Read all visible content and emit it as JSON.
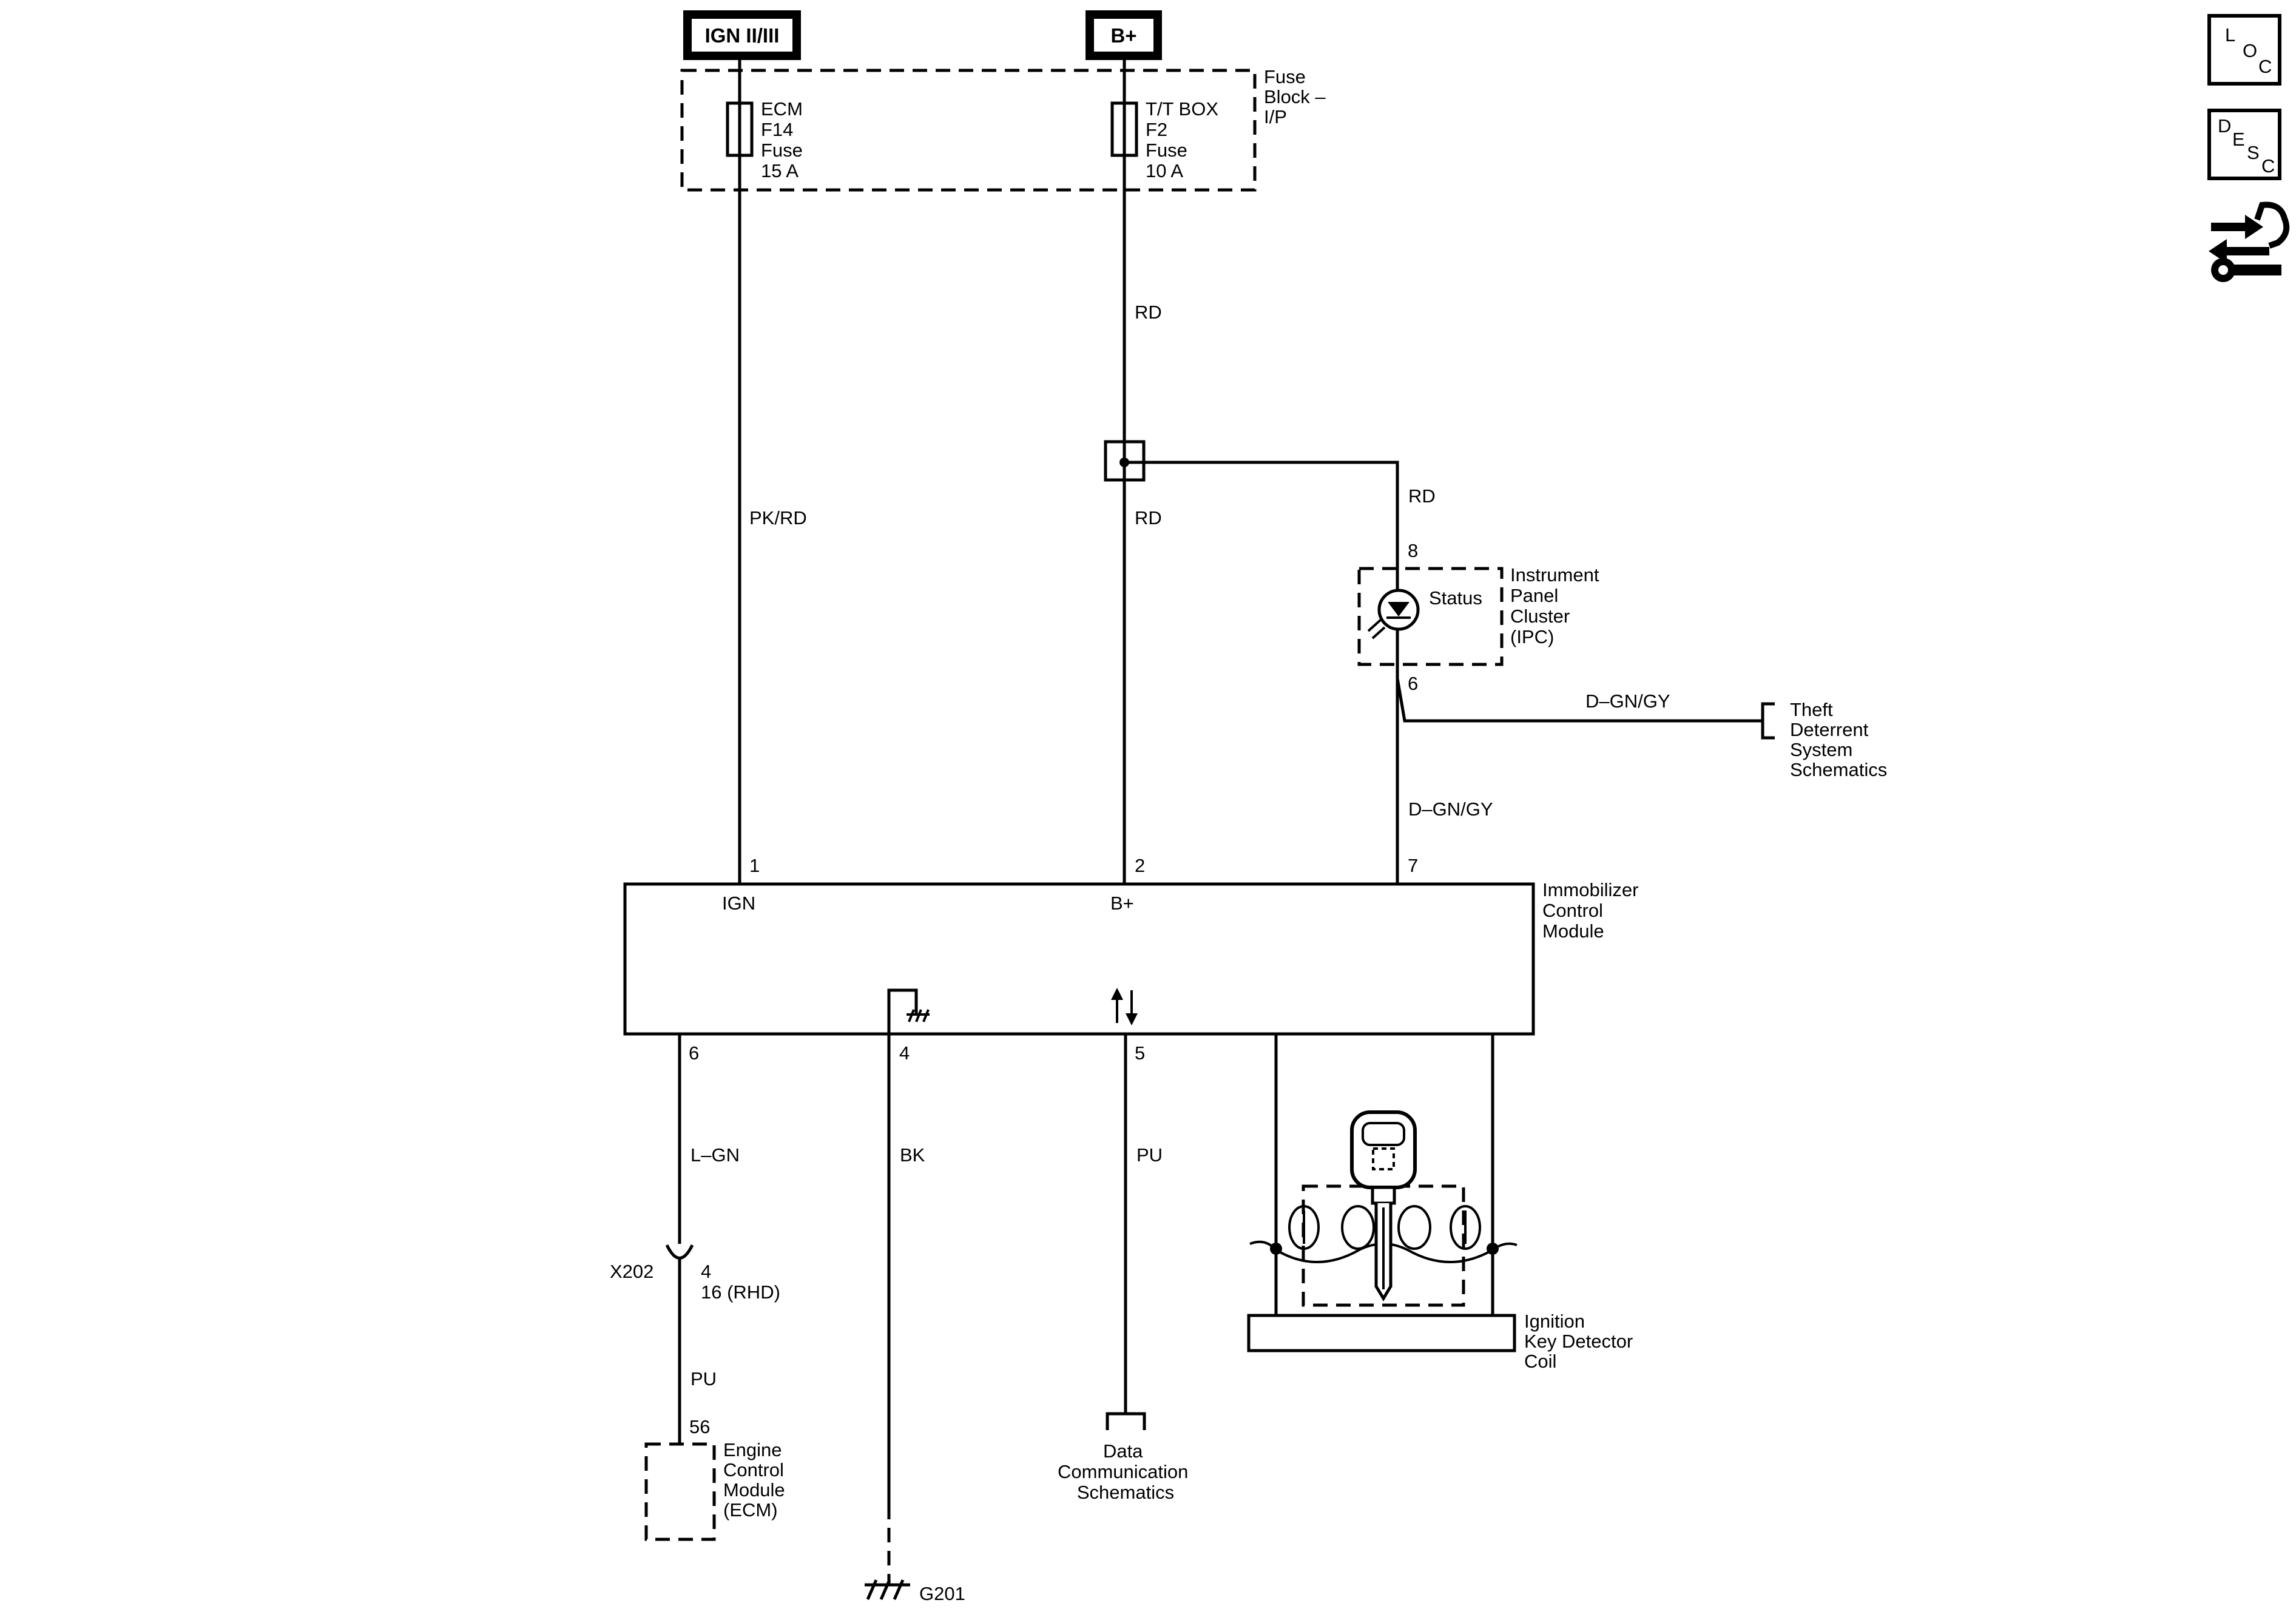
{
  "power": {
    "ign_label": "IGN II/III",
    "bplus_label": "B+"
  },
  "fuse_block": {
    "title_lines": [
      "Fuse",
      "Block –",
      "I/P"
    ],
    "ecm_fuse_lines": [
      "ECM",
      "F14",
      "Fuse",
      "15 A"
    ],
    "ttbox_fuse_lines": [
      "T/T BOX",
      "F2",
      "Fuse",
      "10 A"
    ]
  },
  "wires": {
    "pk_rd": "PK/RD",
    "rd_upper": "RD",
    "rd_lower": "RD",
    "rd_ipc": "RD",
    "dgn_gy_theft": "D–GN/GY",
    "dgn_gy_icm": "D–GN/GY",
    "l_gn": "L–GN",
    "bk": "BK",
    "pu_data": "PU",
    "pu_ecm": "PU"
  },
  "ipc": {
    "pin_top": "8",
    "pin_bottom": "6",
    "status_label": "Status",
    "title_lines": [
      "Instrument",
      "Panel",
      "Cluster",
      "(IPC)"
    ]
  },
  "theft": {
    "title_lines": [
      "Theft",
      "Deterrent",
      "System",
      "Schematics"
    ]
  },
  "icm": {
    "title_lines": [
      "Immobilizer",
      "Control",
      "Module"
    ],
    "pin_1": "1",
    "pin_2": "2",
    "pin_7": "7",
    "pin_6": "6",
    "pin_4": "4",
    "pin_5": "5",
    "ign_label": "IGN",
    "bplus_label": "B+"
  },
  "connector": {
    "name": "X202",
    "pin_line1": "4",
    "pin_line2": "16 (RHD)"
  },
  "ecm": {
    "pin": "56",
    "title_lines": [
      "Engine",
      "Control",
      "Module",
      "(ECM)"
    ]
  },
  "ground": {
    "label": "G201"
  },
  "data_comm": {
    "title_lines": [
      "Data",
      "Communication",
      "Schematics"
    ]
  },
  "key_coil": {
    "title_lines": [
      "Ignition",
      "Key Detector",
      "Coil"
    ]
  },
  "side_icons": {
    "loc": [
      "L",
      "O",
      "C"
    ],
    "desc": [
      "D",
      "E",
      "S",
      "C"
    ]
  },
  "icons": [
    "fuse-icon",
    "led-icon",
    "ground-icon",
    "data-arrows-icon",
    "ignition-key-icon",
    "transmission-icon"
  ]
}
